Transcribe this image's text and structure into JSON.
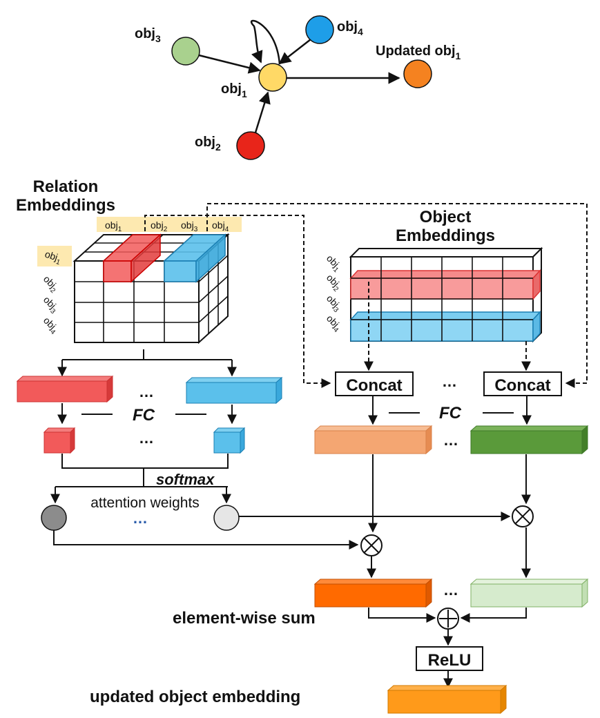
{
  "graph": {
    "obj1": "obj",
    "obj1_sub": "1",
    "obj2": "obj",
    "obj2_sub": "2",
    "obj3": "obj",
    "obj3_sub": "3",
    "obj4": "obj",
    "obj4_sub": "4",
    "updated_label": "Updated obj",
    "updated_sub": "1"
  },
  "relation_embeddings": {
    "title_line1": "Relation",
    "title_line2": "Embeddings",
    "col_labels": [
      "obj",
      "obj",
      "obj",
      "obj"
    ],
    "col_subs": [
      "1",
      "2",
      "3",
      "4"
    ],
    "row_labels": [
      "obj",
      "obj",
      "obj",
      "obj"
    ],
    "row_subs": [
      "1",
      "2",
      "3",
      "4"
    ]
  },
  "object_embeddings": {
    "title_line1": "Object",
    "title_line2": "Embeddings",
    "row_labels": [
      "obj",
      "obj",
      "obj",
      "obj"
    ],
    "row_subs": [
      "1",
      "2",
      "3",
      "4"
    ]
  },
  "labels": {
    "fc_left": "FC",
    "fc_right": "FC",
    "dots": "…",
    "softmax": "softmax",
    "attention_weights": "attention weights",
    "concat_left": "Concat",
    "concat_right": "Concat",
    "element_wise_sum": "element-wise sum",
    "relu": "ReLU",
    "updated_object_embedding": "updated object embedding"
  },
  "colors": {
    "obj1": "#ffd966",
    "obj2": "#e8251a",
    "obj3": "#a9d18e",
    "obj4": "#1e9ee8",
    "updated": "#f58220",
    "red_block": "#f25a5a",
    "blue_block": "#5bc0eb",
    "peach": "#f4a672",
    "green": "#5a9a3a",
    "orange": "#ff6a00",
    "light_green": "#d6ebcd",
    "final_orange": "#ff9a1a"
  }
}
